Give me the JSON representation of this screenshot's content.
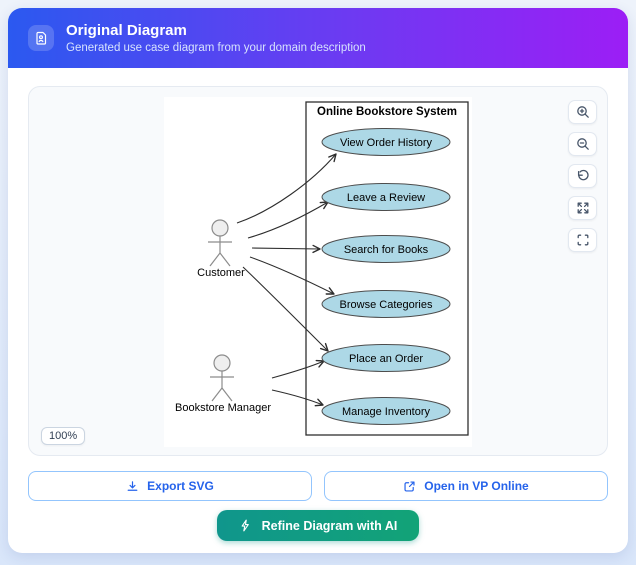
{
  "header": {
    "title": "Original Diagram",
    "subtitle": "Generated use case diagram from your domain description",
    "icon": "diagram-document-icon"
  },
  "diagram": {
    "system_name": "Online Bookstore System",
    "zoom_level": "100%",
    "actors": [
      {
        "name": "Customer"
      },
      {
        "name": "Bookstore Manager"
      }
    ],
    "use_cases": [
      "View Order History",
      "Leave a Review",
      "Search for Books",
      "Browse Categories",
      "Place an Order",
      "Manage Inventory"
    ],
    "associations": [
      {
        "actor": "Customer",
        "use_case": "View Order History"
      },
      {
        "actor": "Customer",
        "use_case": "Leave a Review"
      },
      {
        "actor": "Customer",
        "use_case": "Search for Books"
      },
      {
        "actor": "Customer",
        "use_case": "Browse Categories"
      },
      {
        "actor": "Customer",
        "use_case": "Place an Order"
      },
      {
        "actor": "Bookstore Manager",
        "use_case": "Place an Order"
      },
      {
        "actor": "Bookstore Manager",
        "use_case": "Manage Inventory"
      }
    ],
    "colors": {
      "use_case_fill": "#add8e6",
      "use_case_stroke": "#4d4d4d",
      "edge_stroke": "#2d2d2d",
      "actor_stroke": "#8c8c8c"
    }
  },
  "controls": {
    "icons": [
      "zoom-in-icon",
      "zoom-out-icon",
      "rotate-ccw-icon",
      "expand-icon",
      "fit-screen-icon"
    ]
  },
  "actions": {
    "export_svg_label": "Export SVG",
    "open_vp_label": "Open in VP Online",
    "refine_ai_label": "Refine Diagram with AI"
  },
  "colors": {
    "header_gradient_start": "#2b59f0",
    "header_gradient_end": "#9c1ef5",
    "action_text": "#2563eb",
    "ai_gradient_start": "#10968c",
    "ai_gradient_end": "#12a377"
  }
}
